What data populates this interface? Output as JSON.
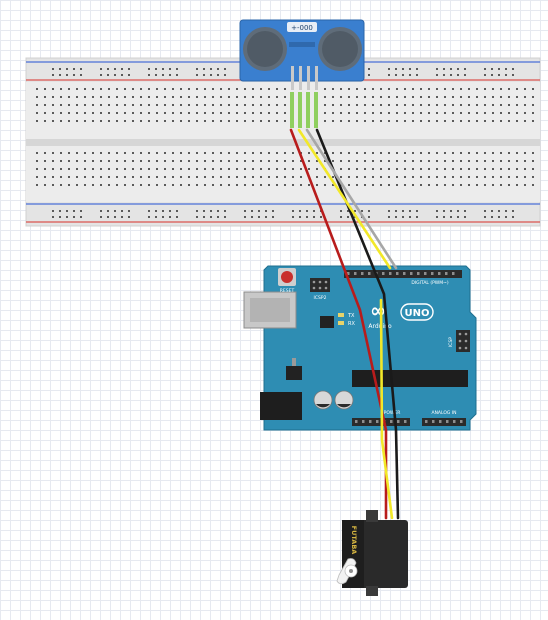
{
  "sensor": {
    "brand_label": "+-000"
  },
  "arduino": {
    "reset_label": "RESET",
    "icsp2_label": "ICSP2",
    "tx_label": "TX",
    "rx_label": "RX",
    "logo_mark": "∞",
    "arduino_label": "Arduino",
    "uno_label": "UNO",
    "digital_label": "DIGITAL (PWM~)",
    "icsp_label": "ICSP",
    "power_label": "POWER",
    "analog_label": "ANALOG IN"
  },
  "servo": {
    "brand_label": "FUTABA"
  },
  "colors": {
    "breadboard": "#e3e3e3",
    "rail_red": "#d9534f",
    "rail_blue": "#4a6fd6",
    "pcb": "#2e8db3",
    "sensor_board": "#3a7fcf",
    "wire_red": "#b81c1c",
    "wire_black": "#1a1a1a",
    "wire_yellow": "#f2e829",
    "wire_gray": "#a7a7a7",
    "wire_green": "#7ec850"
  }
}
